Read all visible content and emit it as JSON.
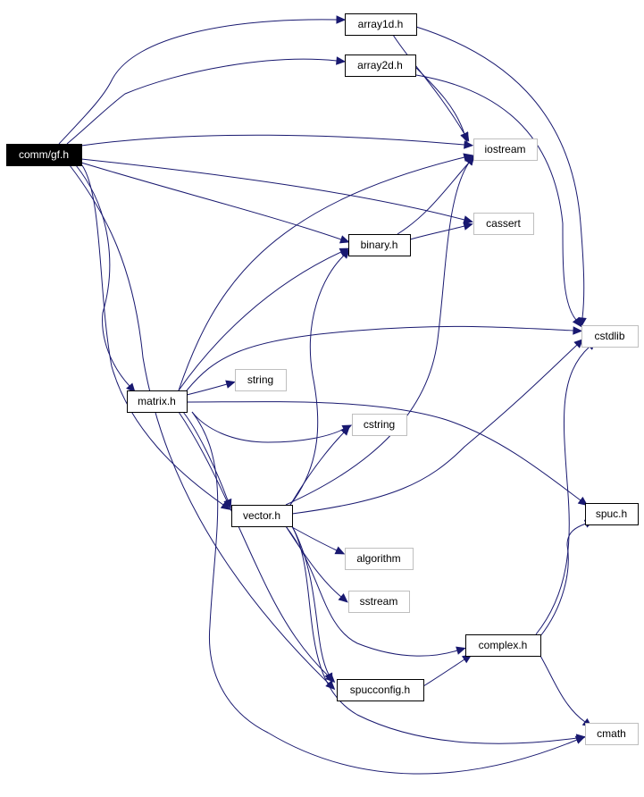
{
  "nodes": [
    {
      "id": "comm_gf",
      "label": "comm/gf.h",
      "kind": "root"
    },
    {
      "id": "array1d",
      "label": "array1d.h",
      "kind": "local"
    },
    {
      "id": "array2d",
      "label": "array2d.h",
      "kind": "local"
    },
    {
      "id": "iostream",
      "label": "iostream",
      "kind": "external"
    },
    {
      "id": "cassert",
      "label": "cassert",
      "kind": "external"
    },
    {
      "id": "binary",
      "label": "binary.h",
      "kind": "local"
    },
    {
      "id": "cstdlib",
      "label": "cstdlib",
      "kind": "external"
    },
    {
      "id": "string",
      "label": "string",
      "kind": "external"
    },
    {
      "id": "matrix",
      "label": "matrix.h",
      "kind": "local"
    },
    {
      "id": "cstring",
      "label": "cstring",
      "kind": "external"
    },
    {
      "id": "vector",
      "label": "vector.h",
      "kind": "local"
    },
    {
      "id": "spuc",
      "label": "spuc.h",
      "kind": "local"
    },
    {
      "id": "algorithm",
      "label": "algorithm",
      "kind": "external"
    },
    {
      "id": "sstream",
      "label": "sstream",
      "kind": "external"
    },
    {
      "id": "complex",
      "label": "complex.h",
      "kind": "local"
    },
    {
      "id": "spucconfig",
      "label": "spucconfig.h",
      "kind": "local"
    },
    {
      "id": "cmath",
      "label": "cmath",
      "kind": "external"
    }
  ],
  "edges": [
    {
      "from": "comm_gf",
      "to": "array1d"
    },
    {
      "from": "comm_gf",
      "to": "array2d"
    },
    {
      "from": "comm_gf",
      "to": "iostream"
    },
    {
      "from": "comm_gf",
      "to": "cassert"
    },
    {
      "from": "comm_gf",
      "to": "binary"
    },
    {
      "from": "comm_gf",
      "to": "matrix"
    },
    {
      "from": "comm_gf",
      "to": "vector"
    },
    {
      "from": "comm_gf",
      "to": "spucconfig"
    },
    {
      "from": "array1d",
      "to": "iostream"
    },
    {
      "from": "array1d",
      "to": "cstdlib"
    },
    {
      "from": "array2d",
      "to": "iostream"
    },
    {
      "from": "array2d",
      "to": "cstdlib"
    },
    {
      "from": "binary",
      "to": "iostream"
    },
    {
      "from": "binary",
      "to": "cassert"
    },
    {
      "from": "matrix",
      "to": "iostream"
    },
    {
      "from": "matrix",
      "to": "binary"
    },
    {
      "from": "matrix",
      "to": "cstdlib"
    },
    {
      "from": "matrix",
      "to": "string"
    },
    {
      "from": "matrix",
      "to": "cstring"
    },
    {
      "from": "matrix",
      "to": "vector"
    },
    {
      "from": "matrix",
      "to": "spuc"
    },
    {
      "from": "matrix",
      "to": "spucconfig"
    },
    {
      "from": "matrix",
      "to": "cmath"
    },
    {
      "from": "vector",
      "to": "binary"
    },
    {
      "from": "vector",
      "to": "iostream"
    },
    {
      "from": "vector",
      "to": "cstdlib"
    },
    {
      "from": "vector",
      "to": "cstring"
    },
    {
      "from": "vector",
      "to": "algorithm"
    },
    {
      "from": "vector",
      "to": "sstream"
    },
    {
      "from": "vector",
      "to": "complex"
    },
    {
      "from": "vector",
      "to": "spucconfig"
    },
    {
      "from": "vector",
      "to": "cmath"
    },
    {
      "from": "complex",
      "to": "spuc"
    },
    {
      "from": "complex",
      "to": "cstdlib"
    },
    {
      "from": "complex",
      "to": "cmath"
    },
    {
      "from": "spucconfig",
      "to": "complex"
    }
  ]
}
